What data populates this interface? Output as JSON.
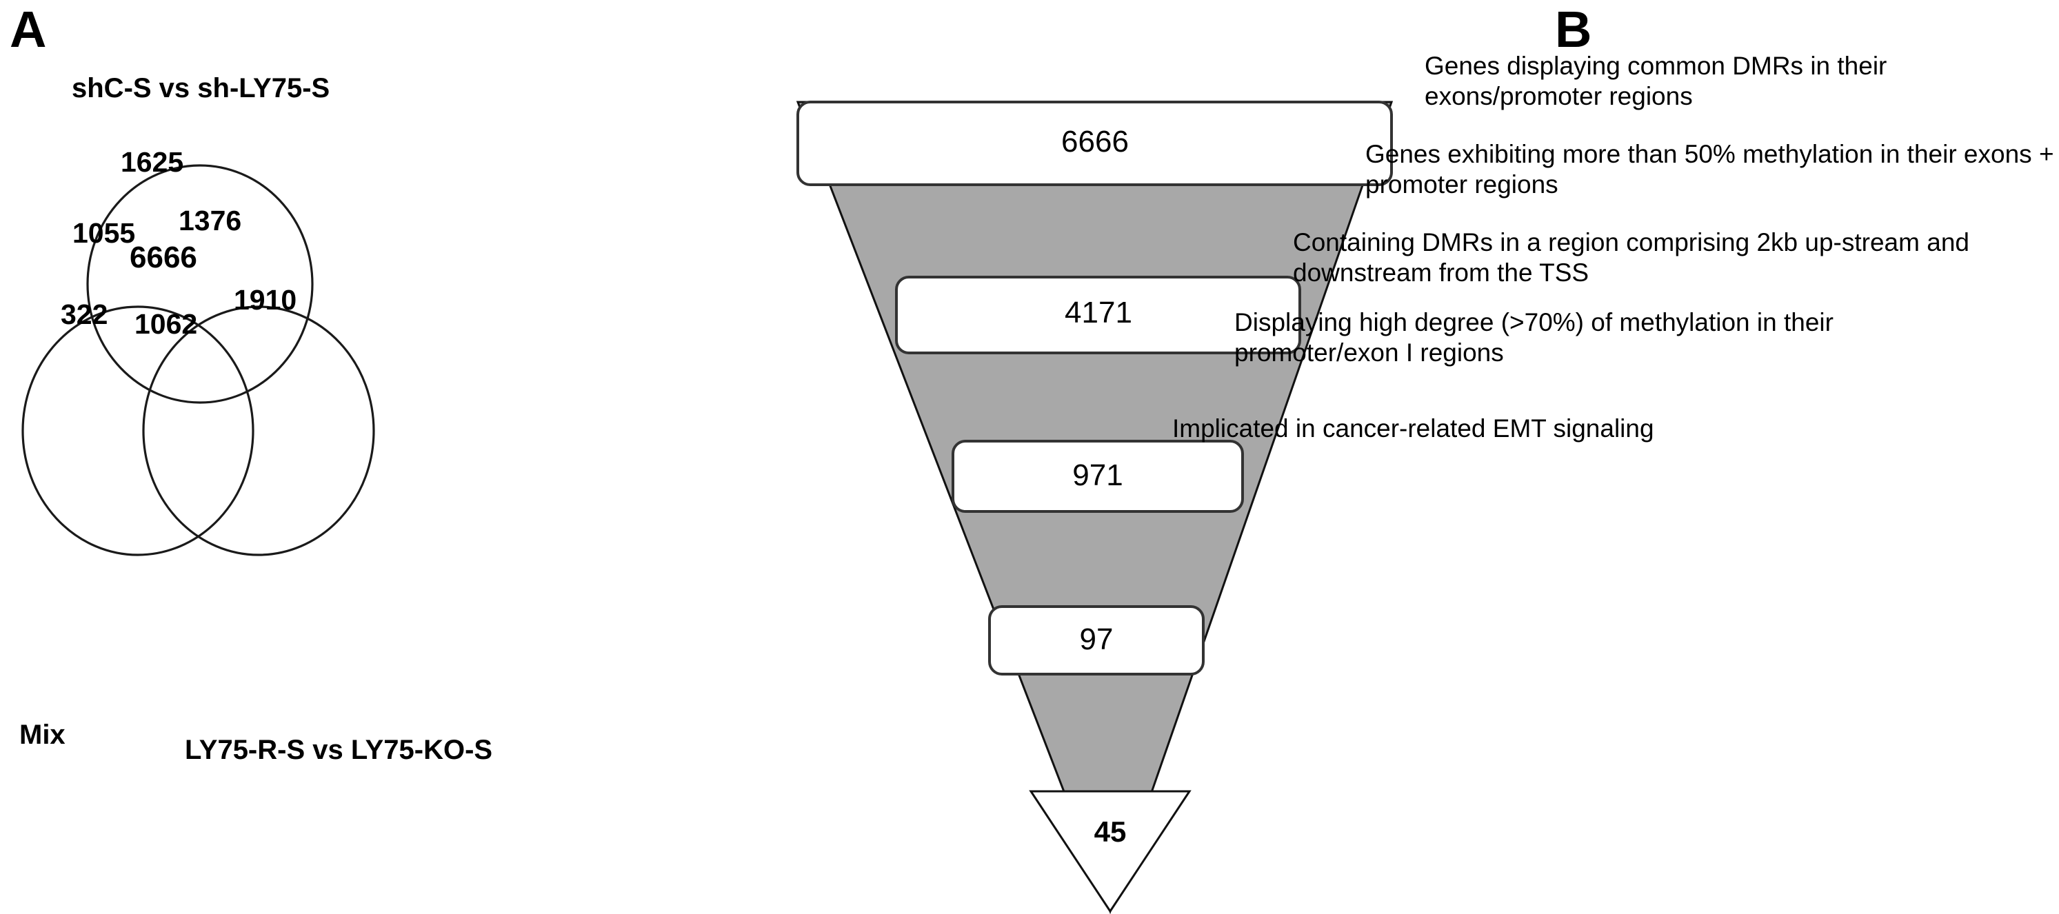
{
  "figure": {
    "panels": [
      {
        "letter": "A",
        "type": "venn-diagram"
      },
      {
        "letter": "B",
        "type": "funnel-diagram"
      }
    ]
  },
  "panel_a": {
    "letter": "A",
    "set_labels": {
      "top": "shC-S vs sh-LY75-S",
      "bottom_left": "Mix",
      "bottom_right": "LY75-R-S vs LY75-KO-S"
    },
    "regions": {
      "top_only": "1625",
      "top_and_left": "1055",
      "top_and_right": "1376",
      "all_three": "6666",
      "left_only": "322",
      "left_and_right": "1062",
      "right_only": "1910"
    }
  },
  "panel_b": {
    "letter": "B",
    "stages": [
      {
        "value": "6666",
        "label": "Genes displaying common DMRs in their exons/promoter regions"
      },
      {
        "value": "4171",
        "label": "Genes exhibiting more than  50% methylation in their exons + promoter regions"
      },
      {
        "value": "971",
        "label": "Containing DMRs in a region comprising 2kb up-stream and downstream from the TSS"
      },
      {
        "value": "97",
        "label": "Displaying high  degree (>70%)  of methylation in their promoter/exon I regions"
      },
      {
        "value": "45",
        "label": "Implicated in cancer-related EMT signaling"
      }
    ]
  },
  "chart_data": {
    "type": "table",
    "title": "",
    "venn": {
      "type": "venn3",
      "sets": [
        "shC-S vs sh-LY75-S",
        "Mix",
        "LY75-R-S vs LY75-KO-S"
      ],
      "counts": {
        "A_only": 1625,
        "B_only": 322,
        "C_only": 1910,
        "A_and_B": 1055,
        "A_and_C": 1376,
        "B_and_C": 1062,
        "A_and_B_and_C": 6666
      }
    },
    "funnel": {
      "type": "funnel",
      "categories": [
        "Genes displaying common DMRs in their exons/promoter regions",
        "Genes exhibiting more than  50% methylation in their exons + promoter regions",
        "Containing DMRs in a region comprising 2kb up-stream and downstream from the TSS",
        "Displaying high  degree (>70%)  of methylation in their promoter/exon I regions",
        "Implicated in cancer-related EMT signaling"
      ],
      "values": [
        6666,
        4171,
        971,
        97,
        45
      ],
      "fill_color": "#A8A8A8",
      "box_color": "#FFFFFF",
      "stroke_color": "#000000"
    }
  }
}
